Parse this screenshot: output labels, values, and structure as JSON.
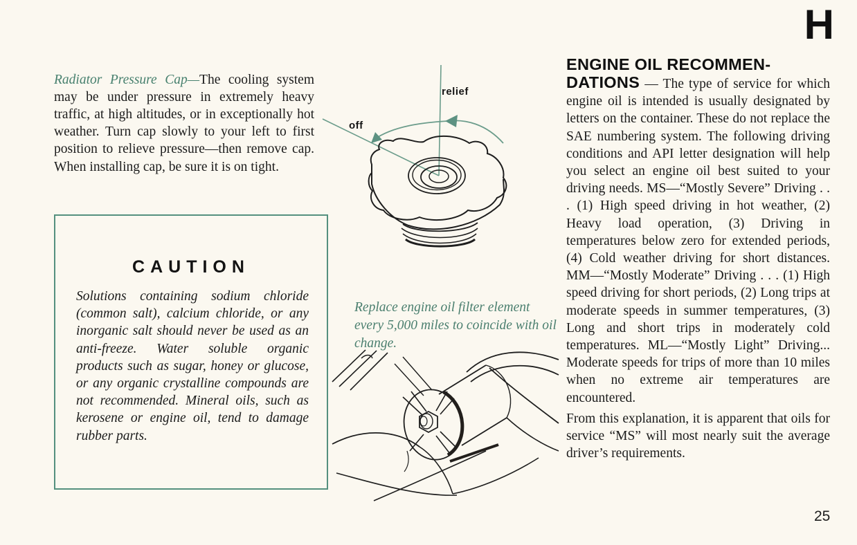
{
  "page": {
    "letter_tab": "H",
    "page_number": "25",
    "background_color": "#fbf8f0",
    "accent_green": "#47806e",
    "border_green": "#54907e"
  },
  "left_column": {
    "lead": "Radiator Pressure Cap—",
    "body": "The cooling system may be under pressure in extremely heavy traffic, at high altitudes, or in exceptionally hot weather. Turn cap slowly to your left to first position to relieve pressure—then remove cap. When installing cap, be sure it is on tight."
  },
  "caution_box": {
    "title": "CAUTION",
    "body": "Solutions containing sodium chloride (common salt), calcium chloride, or any inorganic salt should never be used as an anti-freeze. Water soluble organic products such as sugar, honey or glucose, or any organic crystalline compounds are not recommended. Mineral oils, such as kerosene or engine oil, tend to damage rubber parts."
  },
  "cap_diagram": {
    "label_relief": "relief",
    "label_off": "off"
  },
  "filter_caption": "Replace engine oil filter element every 5,000 miles to coincide with oil change.",
  "right_column": {
    "heading_line1": "ENGINE OIL RECOMMEN-",
    "heading_line2": "DATIONS",
    "para1_rest": " — The type of service for which engine oil is intended is usually designated by letters on the container. These do not replace the SAE numbering system. The following driving conditions and API letter designation will help you select an engine oil best suited to your driving needs. MS—“Mostly Severe” Driving . . . (1) High speed driving in hot weather, (2) Heavy load operation, (3) Driving in temperatures below zero for extended periods, (4) Cold weather driving for short distances. MM—“Mostly Moderate” Driving . . . (1) High speed driving for short periods, (2) Long trips at moderate speeds in summer temperatures, (3) Long and short trips in moderately cold temperatures. ML—“Mostly Light” Driving... Moderate speeds for trips of more than 10 miles when no extreme air temperatures are encountered.",
    "para2": "From this explanation, it is apparent that oils for service “MS” will most nearly suit the average driver’s requirements."
  }
}
